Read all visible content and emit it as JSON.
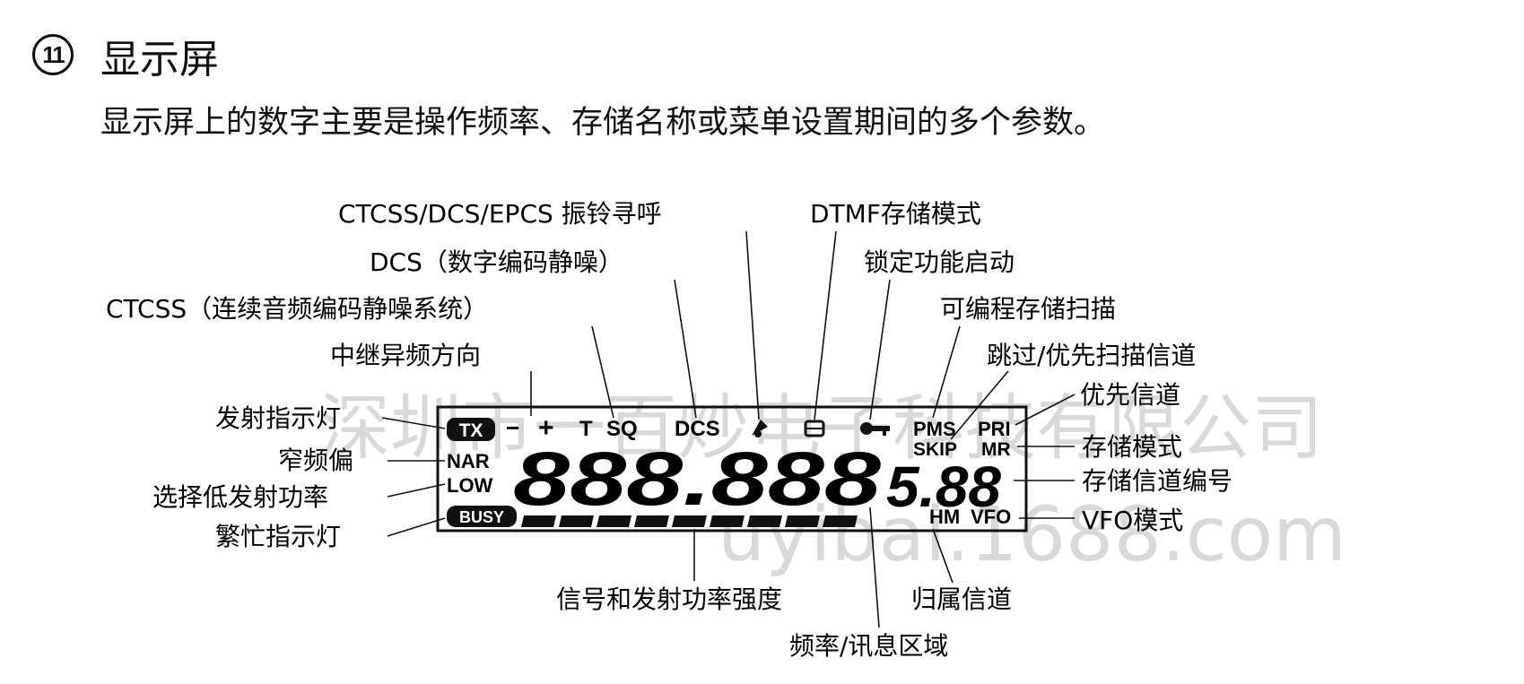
{
  "section": {
    "number": "11",
    "title": "显示屏",
    "description": "显示屏上的数字主要是操作频率、存储名称或菜单设置期间的多个参数。"
  },
  "labels": {
    "ring_page": "CTCSS/DCS/EPCS 振铃寻呼",
    "dtmf_memory": "DTMF存储模式",
    "dcs": "DCS（数字编码静噪）",
    "lock_on": "锁定功能启动",
    "ctcss": "CTCSS（连续音频编码静噪系统）",
    "pms": "可编程存储扫描",
    "repeater_shift": "中继异频方向",
    "skip_priority": "跳过/优先扫描信道",
    "priority_channel": "优先信道",
    "tx_indicator": "发射指示灯",
    "memory_mode": "存储模式",
    "narrow": "窄频偏",
    "memory_channel_number": "存储信道编号",
    "low_power": "选择低发射功率",
    "vfo_mode": "VFO模式",
    "busy_indicator": "繁忙指示灯",
    "signal_strength": "信号和发射功率强度",
    "home_channel": "归属信道",
    "freq_message_area": "频率/讯息区域"
  },
  "lcd": {
    "tx": "TX",
    "minus": "−",
    "plus": "+",
    "t": "T",
    "sq": "SQ",
    "dcs": "DCS",
    "pms": "PMS",
    "pri": "PRI",
    "skip": "SKIP",
    "mr": "MR",
    "nar": "NAR",
    "low": "LOW",
    "busy": "BUSY",
    "main_digits": "888.888",
    "sub_digits": "5.88",
    "hm": "HM",
    "vfo": "VFO",
    "bell_icon": "bell-icon",
    "dtmf_icon": "dtmf-memory-icon",
    "key_icon": "key-lock-icon"
  },
  "watermark": {
    "line1": "深圳市一百炒电子科技有限公司",
    "line2": "uyibai.1688.com"
  }
}
